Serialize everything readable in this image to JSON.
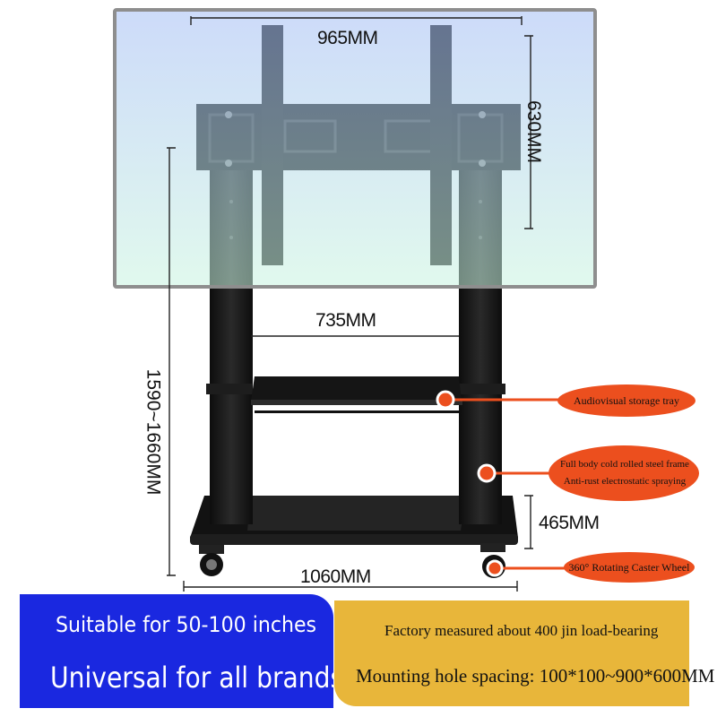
{
  "dimensions": {
    "mount_width": "965MM",
    "mount_height": "630MM",
    "column_spacing": "735MM",
    "total_height": "1590~1660MM",
    "base_height": "465MM",
    "base_width": "1060MM"
  },
  "callouts": {
    "storage_tray": "Audiovisual storage tray",
    "frame_line1": "Full body cold rolled steel frame",
    "frame_line2": "Anti-rust electrostatic spraying",
    "caster": "360° Rotating Caster Wheel"
  },
  "panels": {
    "left": {
      "line1": "Suitable for 50-100 inches",
      "line2": "Universal for all brands"
    },
    "right": {
      "line1": "Factory measured about 400 jin load-bearing",
      "line2": "Mounting hole spacing: 100*100~900*600MM"
    }
  },
  "colors": {
    "screen_top": "#a3bdf5",
    "screen_bottom": "#c8f4df",
    "stand": "#151515",
    "callout": "#ec4f1e",
    "left_panel": "#1a28e0",
    "right_panel": "#e8b63a"
  }
}
